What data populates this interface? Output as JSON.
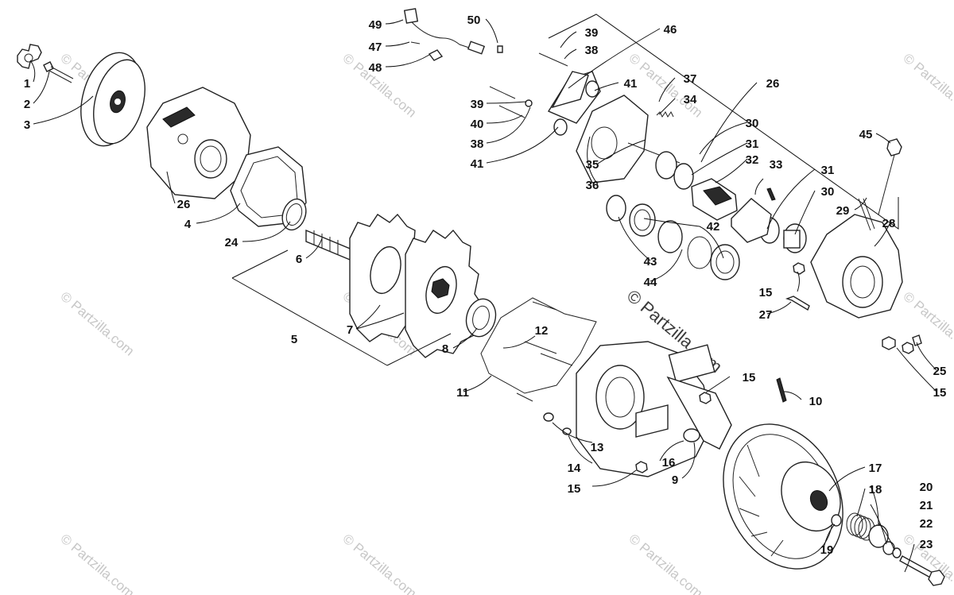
{
  "watermark": {
    "text": "© Partzilla.com"
  },
  "callouts": [
    "1",
    "2",
    "3",
    "26",
    "4",
    "24",
    "6",
    "5",
    "7",
    "8",
    "11",
    "12",
    "13",
    "14",
    "15",
    "9",
    "16",
    "10",
    "15",
    "17",
    "18",
    "19",
    "20",
    "21",
    "22",
    "23",
    "25",
    "15",
    "27",
    "15",
    "28",
    "29",
    "45",
    "30",
    "31",
    "33",
    "32",
    "31",
    "30",
    "42",
    "43",
    "44",
    "26",
    "37",
    "34",
    "35",
    "36",
    "39",
    "40",
    "38",
    "41",
    "39",
    "38",
    "41",
    "46",
    "49",
    "47",
    "48",
    "50"
  ]
}
